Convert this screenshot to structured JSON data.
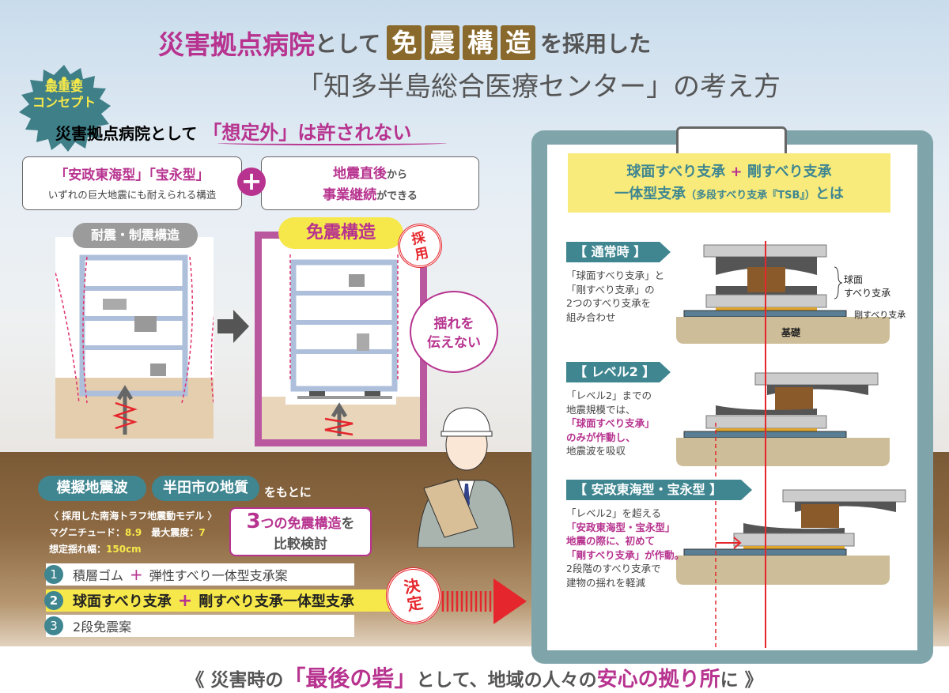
{
  "title": {
    "line1_a": "災害拠点病院",
    "line1_b": "として",
    "line1_tiles": [
      "免",
      "震",
      "構",
      "造"
    ],
    "line1_c": "を採用した",
    "line2": "「知多半島総合医療センター」の考え方"
  },
  "badge": {
    "line1": "最重要",
    "line2": "コンセプト"
  },
  "subtitle": {
    "prefix": "災害拠点病院として",
    "emphasis": "「想定外」は許されない"
  },
  "requirements": {
    "left_main": "「安政東海型」「宝永型」",
    "left_sub": "いずれの巨大地震にも耐えられる構造",
    "right_a": "地震直後",
    "right_b": "から",
    "right_c": "事業継続",
    "right_d": "ができる",
    "plus": "+"
  },
  "comparison": {
    "left_label": "耐震・制震構造",
    "right_label": "免震構造",
    "stamp": "採用",
    "bubble_line1": "揺れを",
    "bubble_line2": "伝えない"
  },
  "basis": {
    "pill1": "模擬地震波",
    "pill2": "半田市の地質",
    "suffix": "をもとに",
    "model_title": "〈 採用した南海トラフ地震動モデル 〉",
    "magnitude_label": "マグニチュード：",
    "magnitude": "8.9",
    "intensity_label": "最大震度：",
    "intensity": "7",
    "amplitude_label": "想定揺れ幅：",
    "amplitude": "150cm"
  },
  "compare_bubble": {
    "num": "3",
    "a": "つの免震構造",
    "b": "を",
    "c": "比較検討"
  },
  "options": [
    {
      "num": "1",
      "a": "積層ゴム",
      "plus": "+",
      "b": "弾性すべり一体型支承案"
    },
    {
      "num": "2",
      "a": "球面すべり支承",
      "plus": "+",
      "b": "剛すべり支承一体型支承"
    },
    {
      "num": "3",
      "a": "2段免震案",
      "plus": "",
      "b": ""
    }
  ],
  "decision_stamp": "決定",
  "footer": {
    "a": "《 災害時の",
    "b": "「最後の砦」",
    "c": "として、地域の人々の",
    "d": "安心の拠り所",
    "e": "に 》"
  },
  "clipboard": {
    "note_line1_a": "球面すべり支承",
    "note_plus": "+",
    "note_line1_b": "剛すべり支承",
    "note_line2_a": "一体型支承",
    "note_line2_b": "（多段すべり支承『TSB』）",
    "note_line2_c": "とは",
    "sections": [
      {
        "header": "【 通常時 】",
        "lines": [
          {
            "t": "「球面すべり支承」と",
            "m": false
          },
          {
            "t": "「剛すべり支承」の",
            "m": false
          },
          {
            "t": "2つのすべり支承を",
            "m": false
          },
          {
            "t": "組み合わせ",
            "m": false
          }
        ]
      },
      {
        "header": "【 レベル2 】",
        "lines": [
          {
            "t": "「レベル2」までの",
            "m": false
          },
          {
            "t": "地震規模では、",
            "m": false
          },
          {
            "t": "「球面すべり支承」",
            "m": true
          },
          {
            "t": "のみが作動し、",
            "m": true
          },
          {
            "t": "地震波を吸収",
            "m": false
          }
        ]
      },
      {
        "header": "【 安政東海型・宝永型 】",
        "lines": [
          {
            "t": "「レベル2」を超える",
            "m": false
          },
          {
            "t": "「安政東海型・宝永型」",
            "m": true
          },
          {
            "t": "地震の際に、初めて",
            "m": true
          },
          {
            "t": "「剛すべり支承」が作動。",
            "m": true
          },
          {
            "t": "2段階のすべり支承で",
            "m": false
          },
          {
            "t": "建物の揺れを軽減",
            "m": false
          }
        ]
      }
    ],
    "label_spherical_1": "球面",
    "label_spherical_2": "すべり支承",
    "label_rigid": "剛すべり支承",
    "label_foundation": "基礎"
  },
  "colors": {
    "magenta": "#b7338f",
    "teal": "#3f8691",
    "yellow": "#f6e84a",
    "red": "#e5262c",
    "brown": "#8a6a2c"
  }
}
